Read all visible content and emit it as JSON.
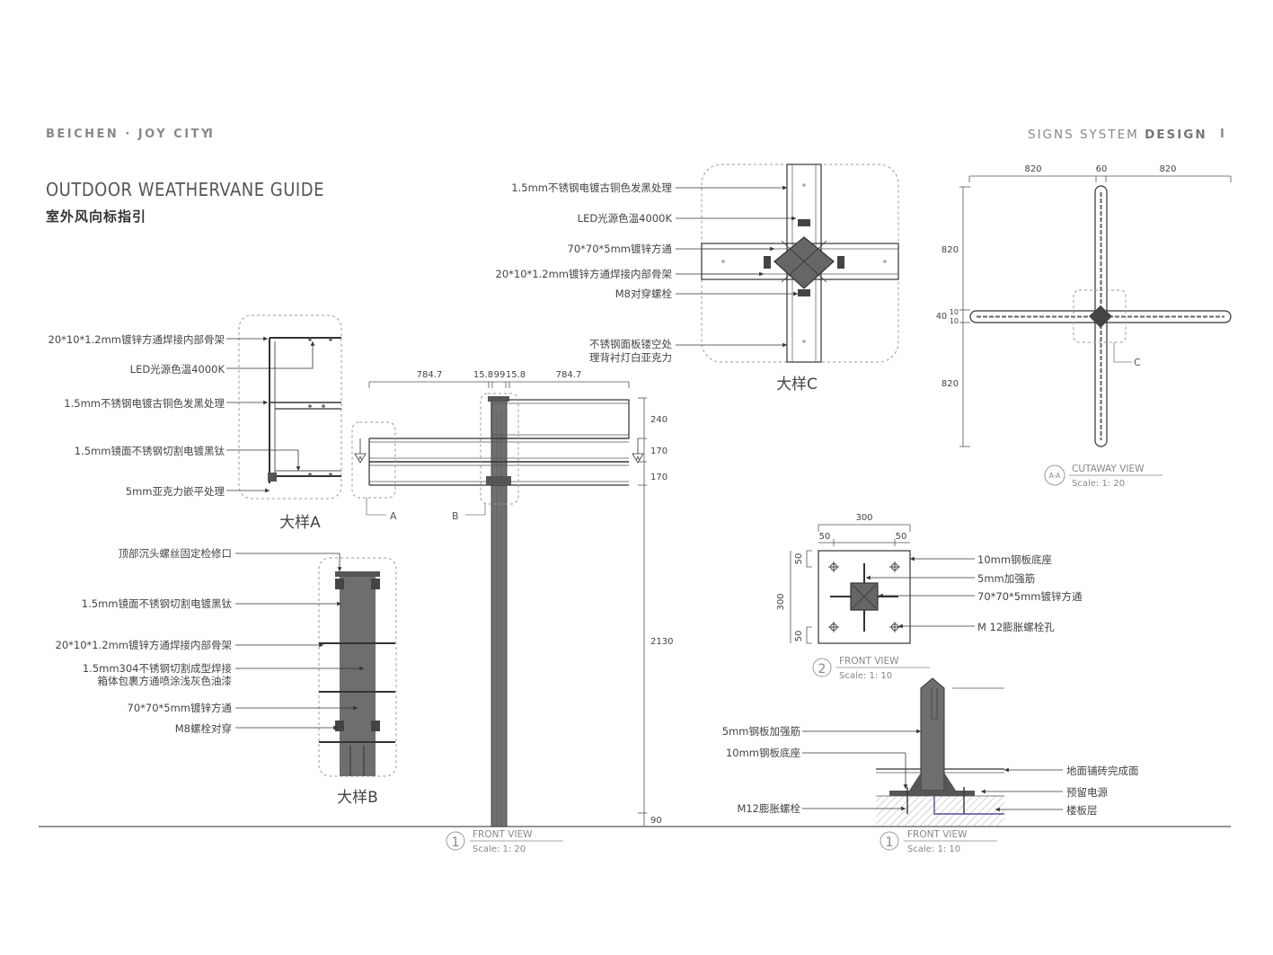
{
  "header": {
    "brand": "BEICHEN · JOY CITY",
    "separator": "I",
    "system_prefix": "SIGNS SYSTEM ",
    "system_suffix": "DESIGN"
  },
  "title": {
    "en": "OUTDOOR WEATHERVANE GUIDE",
    "cn": "室外风向标指引"
  },
  "detail_a": {
    "labels": [
      "20*10*1.2mm镀锌方通焊接内部骨架",
      "LED光源色温4000K",
      "1.5mm不锈钢电镀古铜色发黑处理",
      "1.5mm镜面不锈钢切割电镀黑钛",
      "5mm亚克力嵌平处理"
    ],
    "caption": "大样A"
  },
  "detail_b": {
    "labels": [
      "顶部沉头螺丝固定检修口",
      "1.5mm镜面不锈钢切割电镀黑钛",
      "20*10*1.2mm镀锌方通焊接内部骨架",
      "1.5mm304不锈钢切割成型焊接",
      "箱体包裹方通喷涂浅灰色油漆",
      "70*70*5mm镀锌方通",
      "M8螺栓对穿"
    ],
    "caption": "大样B"
  },
  "detail_c": {
    "labels": [
      "1.5mm不锈钢电镀古铜色发黑处理",
      "LED光源色温4000K",
      "70*70*5mm镀锌方通",
      "20*10*1.2mm镀锌方通焊接内部骨架",
      "M8对穿螺栓",
      "不锈钢面板镂空处",
      "理背衬灯白亚克力"
    ],
    "caption": "大样C"
  },
  "front_view_main": {
    "top_dims": [
      "784.7",
      "15.8",
      "99",
      "15.8",
      "784.7"
    ],
    "side_dims": [
      "240",
      "170",
      "170",
      "2130",
      "90"
    ],
    "callouts": [
      "A",
      "B"
    ],
    "section_marks": [
      "A",
      "A"
    ],
    "view_number": "1",
    "view_name": "FRONT VIEW",
    "scale": "Scale:  1: 20"
  },
  "cutaway_view": {
    "top_dims": [
      "820",
      "60",
      "820"
    ],
    "side_dims": [
      "820",
      "40",
      "10",
      "10",
      "820"
    ],
    "callout": "C",
    "marker": "A-A",
    "view_name": "CUTAWAY VIEW",
    "scale": "Scale:  1: 20"
  },
  "base_plan": {
    "top_dims": [
      "300",
      "50",
      "50"
    ],
    "side_dims": [
      "300",
      "50",
      "50"
    ],
    "labels": [
      "10mm钢板底座",
      "5mm加强筋",
      "70*70*5mm镀锌方通",
      "M 12膨胀螺栓孔"
    ],
    "view_number": "2",
    "view_name": "FRONT VIEW",
    "scale": "Scale:  1: 10"
  },
  "base_section": {
    "left_labels": [
      "5mm钢板加强筋",
      "10mm钢板底座",
      "M12膨胀螺栓"
    ],
    "right_labels": [
      "地面铺砖完成面",
      "预留电源",
      "楼板层"
    ],
    "view_number": "1",
    "view_name": "FRONT VIEW",
    "scale": "Scale:  1: 10"
  },
  "colors": {
    "line": "#333333",
    "steel": "#6e6e6e",
    "dark_steel": "#444444",
    "dashed": "#999999",
    "text": "#444444",
    "light_text": "#888888"
  }
}
